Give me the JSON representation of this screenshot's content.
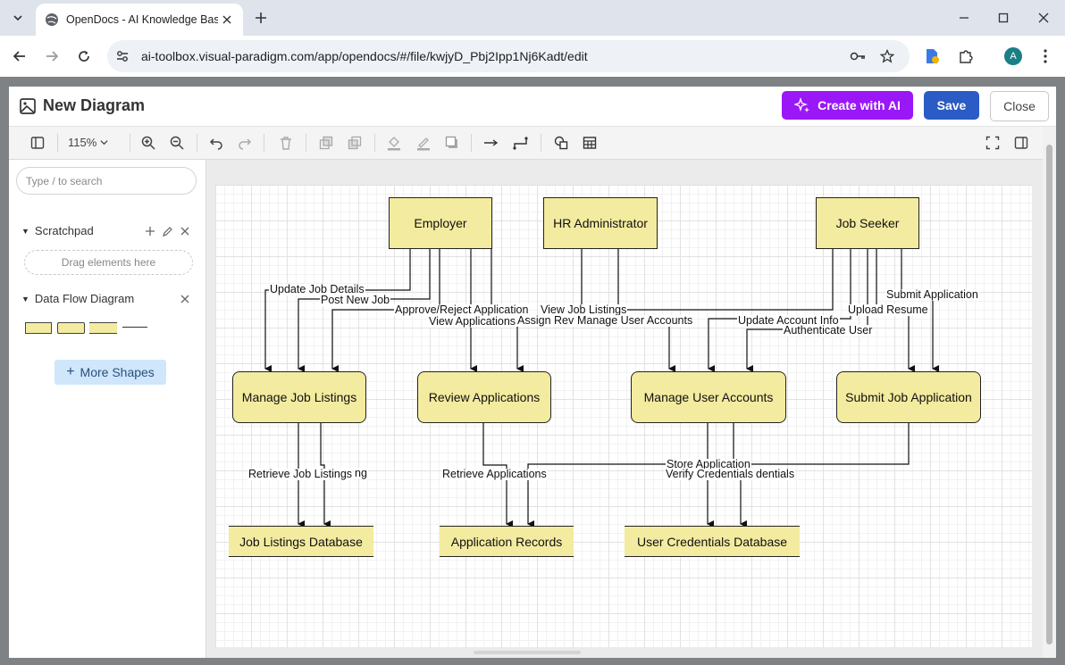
{
  "browser": {
    "tab_title": "OpenDocs - AI Knowledge Base",
    "url": "ai-toolbox.visual-paradigm.com/app/opendocs/#/file/kwjyD_Pbj2Ipp1Nj6Kadt/edit",
    "profile_initial": "A"
  },
  "modal": {
    "title": "New Diagram",
    "create_ai_label": "Create with AI",
    "save_label": "Save",
    "close_label": "Close"
  },
  "toolbar": {
    "zoom": "115%"
  },
  "sidebar": {
    "search_placeholder": "Type / to search",
    "scratchpad_title": "Scratchpad",
    "scratchpad_drop_text": "Drag elements here",
    "palette_title": "Data Flow Diagram",
    "more_shapes_label": "More Shapes"
  },
  "diagram": {
    "entities": [
      "Employer",
      "HR Administrator",
      "Job Seeker"
    ],
    "processes": [
      "Manage Job Listings",
      "Review Applications",
      "Manage User Accounts",
      "Submit Job Application"
    ],
    "stores": [
      "Job Listings Database",
      "Application Records",
      "User Credentials Database"
    ],
    "flow_labels": [
      "Update Job Details",
      "Post New Job",
      "Approve/Reject Application",
      "View Applications",
      "View Job Listings",
      "Assign Rev",
      "Manage User Accounts",
      "Submit Application",
      "Upload Resume",
      "Update Account Info",
      "Authenticate User",
      "Retrieve Job Listings",
      "ng",
      "Retrieve Applications",
      "Store Application",
      "Verify Credentials",
      "dentials"
    ]
  },
  "colors": {
    "node_fill": "#f3eb9f",
    "ai_button": "#9a17f7",
    "save_button": "#2b5bc4"
  }
}
